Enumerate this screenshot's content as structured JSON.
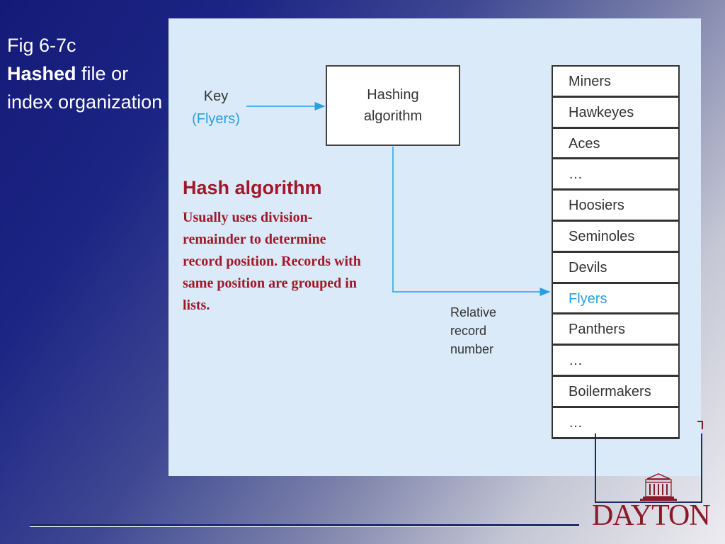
{
  "slide": {
    "title_line1": "Fig 6-7c",
    "title_bold": "Hashed",
    "title_rest": " file or index organization"
  },
  "diagram": {
    "key_label": "Key",
    "key_value": "(Flyers)",
    "hash_box_label": "Hashing algorithm",
    "relative_label": "Relative record number",
    "records": [
      "Miners",
      "Hawkeyes",
      "Aces",
      "…",
      "Hoosiers",
      "Seminoles",
      "Devils",
      "Flyers",
      "Panthers",
      "…",
      "Boilermakers",
      "…"
    ],
    "highlighted_record": "Flyers"
  },
  "callout": {
    "heading": "Hash algorithm",
    "description": "Usually uses division-remainder to determine record position. Records with same position are grouped in lists."
  },
  "logo": {
    "text": "DAYTON"
  },
  "colors": {
    "accent_red": "#a0182a",
    "highlight_blue": "#2a9fe0",
    "panel_bg": "#daeaf8"
  }
}
